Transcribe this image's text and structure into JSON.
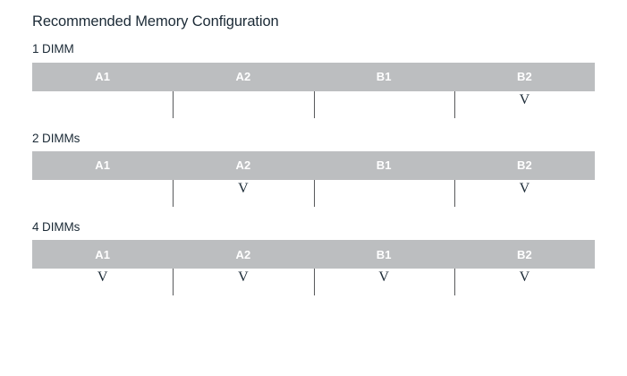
{
  "title": "Recommended Memory Configuration",
  "columns": [
    "A1",
    "A2",
    "B1",
    "B2"
  ],
  "mark_glyph": "V",
  "colors": {
    "header_bar": "#bcbec0",
    "header_text": "#ffffff",
    "body_text": "#1b2a36",
    "divider": "#58595b",
    "background": "#ffffff"
  },
  "sections": [
    {
      "label": "1 DIMM",
      "slots": [
        {
          "name": "A1",
          "populated": false,
          "mark": ""
        },
        {
          "name": "A2",
          "populated": false,
          "mark": ""
        },
        {
          "name": "B1",
          "populated": false,
          "mark": ""
        },
        {
          "name": "B2",
          "populated": true,
          "mark": "V"
        }
      ]
    },
    {
      "label": "2 DIMMs",
      "slots": [
        {
          "name": "A1",
          "populated": false,
          "mark": ""
        },
        {
          "name": "A2",
          "populated": true,
          "mark": "V"
        },
        {
          "name": "B1",
          "populated": false,
          "mark": ""
        },
        {
          "name": "B2",
          "populated": true,
          "mark": "V"
        }
      ]
    },
    {
      "label": "4 DIMMs",
      "slots": [
        {
          "name": "A1",
          "populated": true,
          "mark": "V"
        },
        {
          "name": "A2",
          "populated": true,
          "mark": "V"
        },
        {
          "name": "B1",
          "populated": true,
          "mark": "V"
        },
        {
          "name": "B2",
          "populated": true,
          "mark": "V"
        }
      ]
    }
  ]
}
